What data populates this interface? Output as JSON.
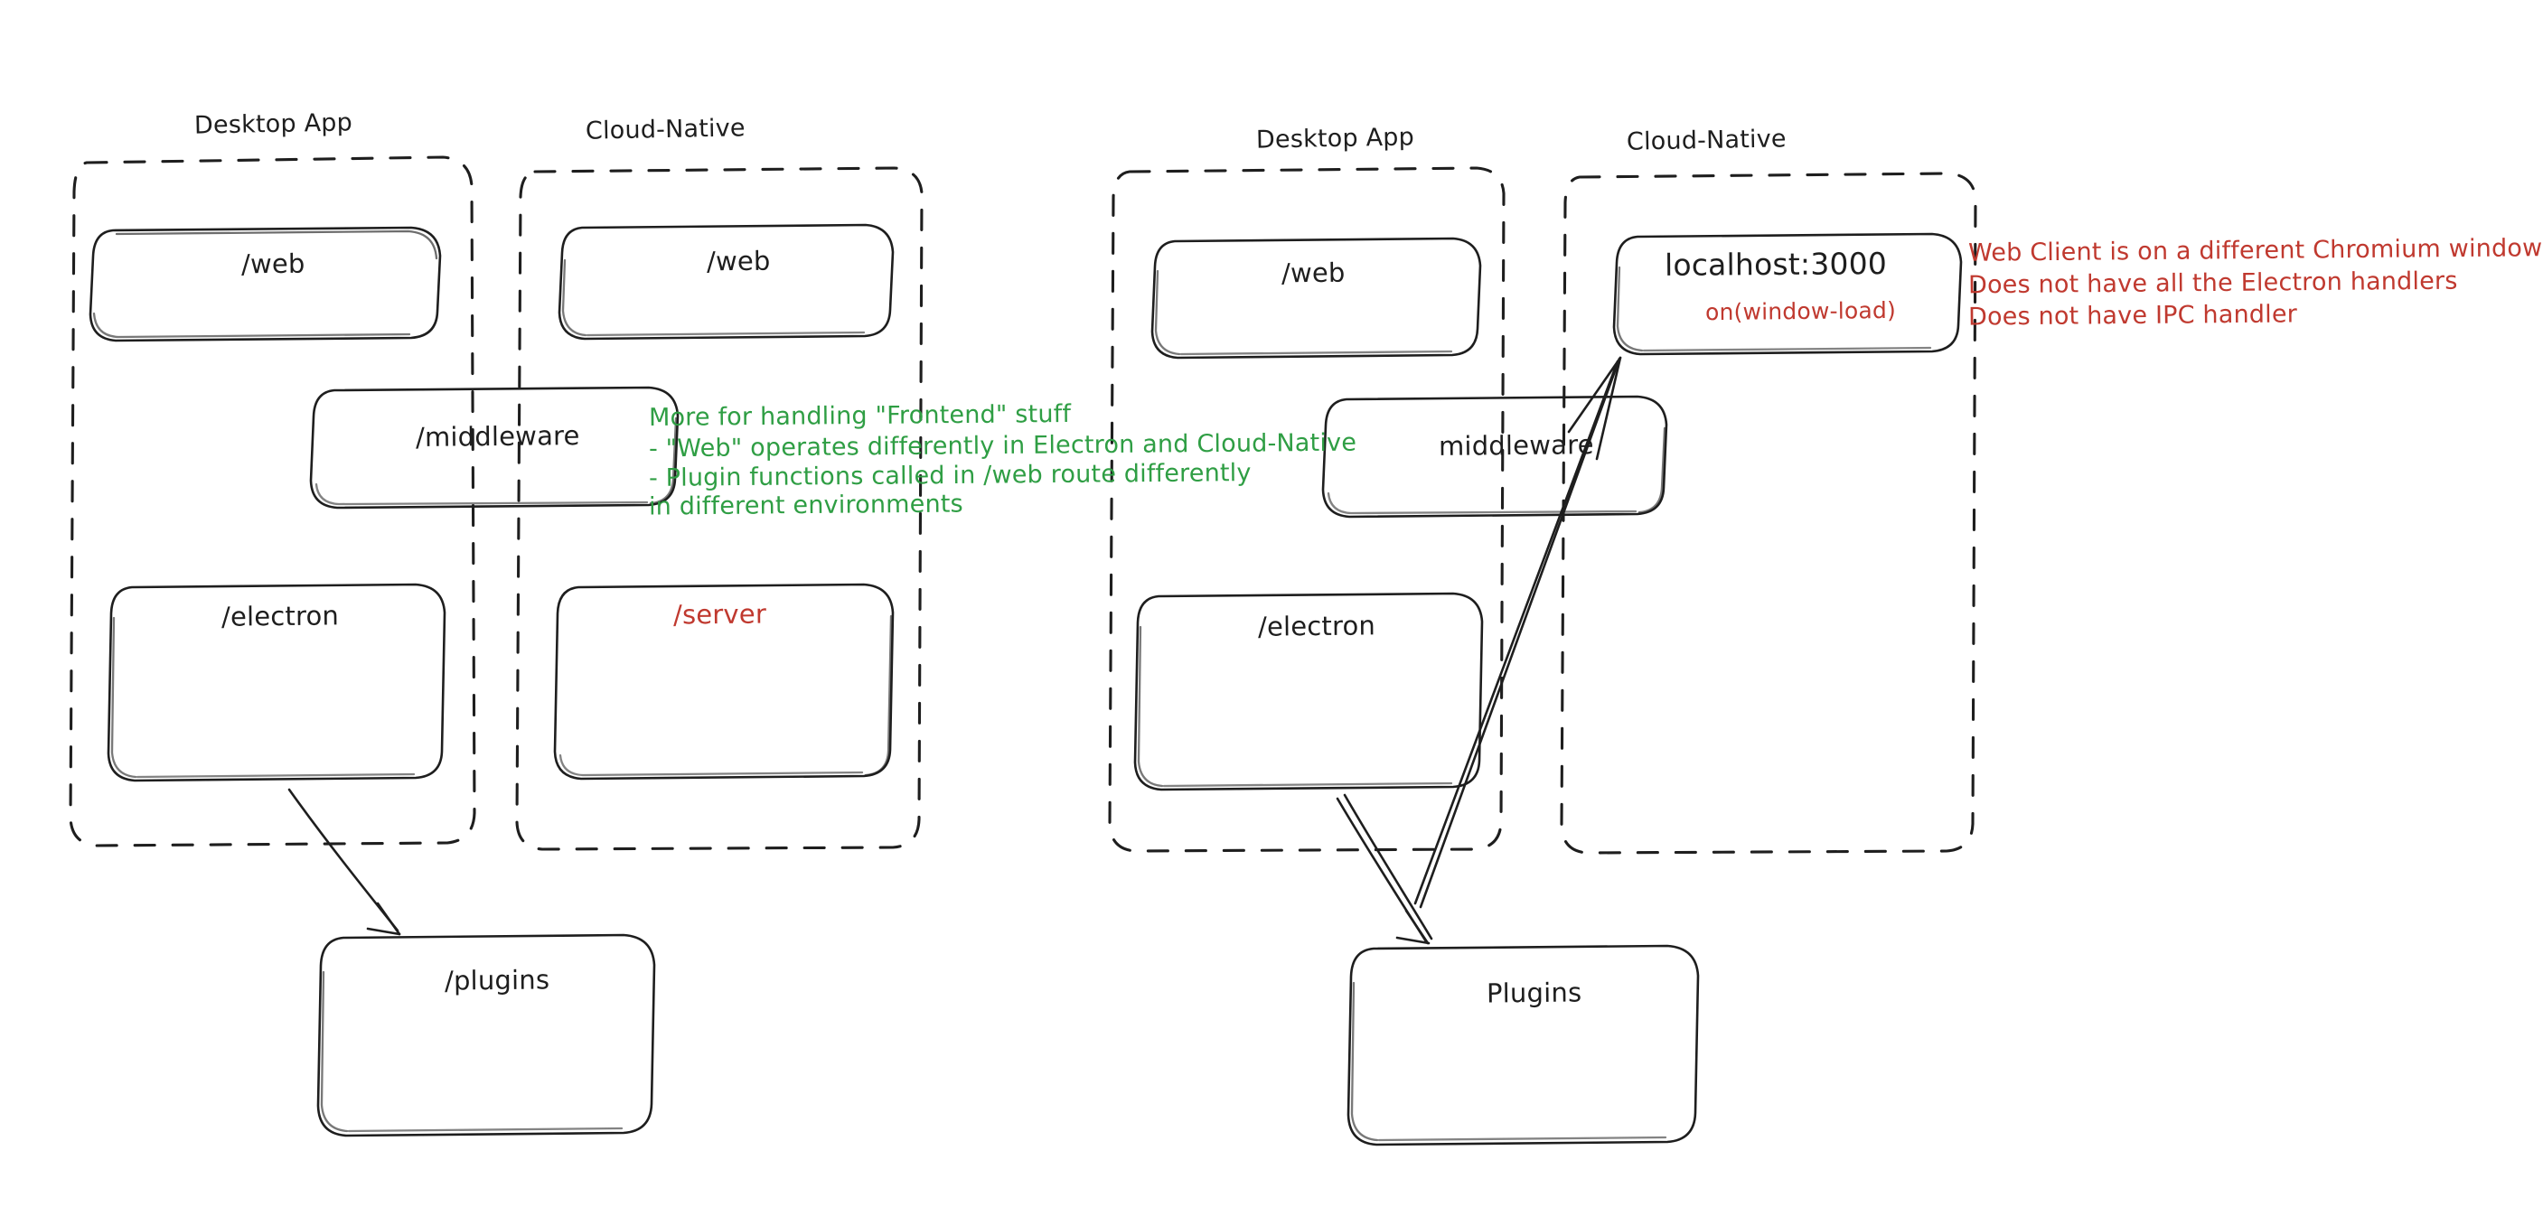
{
  "diagram": {
    "title": "Electron Desktop App vs Cloud-Native architecture sketch",
    "style": "hand-drawn excalidraw",
    "background": "#ffffff",
    "colors": {
      "stroke": "#1e1e1e",
      "green": "#2f9e44",
      "red": "#c0392f"
    }
  },
  "left_diagram": {
    "groups": [
      {
        "id": "left-desktop-app",
        "label": "Desktop App"
      },
      {
        "id": "left-cloud-native",
        "label": "Cloud-Native"
      }
    ],
    "nodes": [
      {
        "id": "left-desktop-web",
        "label": "/web",
        "color": "#1e1e1e"
      },
      {
        "id": "left-cloud-web",
        "label": "/web",
        "color": "#1e1e1e"
      },
      {
        "id": "left-middleware",
        "label": "/middleware",
        "color": "#1e1e1e"
      },
      {
        "id": "left-electron",
        "label": "/electron",
        "color": "#1e1e1e"
      },
      {
        "id": "left-server",
        "label": "/server",
        "color": "#c0392f"
      },
      {
        "id": "left-plugins",
        "label": "/plugins",
        "color": "#1e1e1e"
      }
    ],
    "annotation_green": {
      "color": "#2f9e44",
      "lines": [
        "More for handling \"Frontend\" stuff",
        "- \"Web\" operates differently in Electron and Cloud-Native",
        "- Plugin functions called in /web route differently",
        "in different environments"
      ]
    },
    "edges": [
      {
        "from": "left-electron",
        "to": "left-plugins",
        "kind": "arrow"
      }
    ]
  },
  "right_diagram": {
    "groups": [
      {
        "id": "right-desktop-app",
        "label": "Desktop App"
      },
      {
        "id": "right-cloud-native",
        "label": "Cloud-Native"
      }
    ],
    "nodes": [
      {
        "id": "right-web",
        "label": "/web",
        "color": "#1e1e1e"
      },
      {
        "id": "right-localhost",
        "label": "localhost:3000",
        "color": "#1e1e1e",
        "sub_label": "on(window-load)",
        "sub_color": "#c0392f"
      },
      {
        "id": "right-middleware",
        "label": "middleware",
        "color": "#1e1e1e"
      },
      {
        "id": "right-electron",
        "label": "/electron",
        "color": "#1e1e1e"
      },
      {
        "id": "right-plugins",
        "label": "Plugins",
        "color": "#1e1e1e"
      }
    ],
    "annotation_red": {
      "color": "#c0392f",
      "lines": [
        "Web Client is on a different Chromium window",
        "Does not have all the Electron handlers",
        "Does not have IPC handler"
      ]
    },
    "edges": [
      {
        "from": "right-electron",
        "to": "right-localhost",
        "kind": "arrow"
      },
      {
        "from": "right-electron",
        "to": "right-plugins",
        "kind": "arrow"
      }
    ]
  }
}
